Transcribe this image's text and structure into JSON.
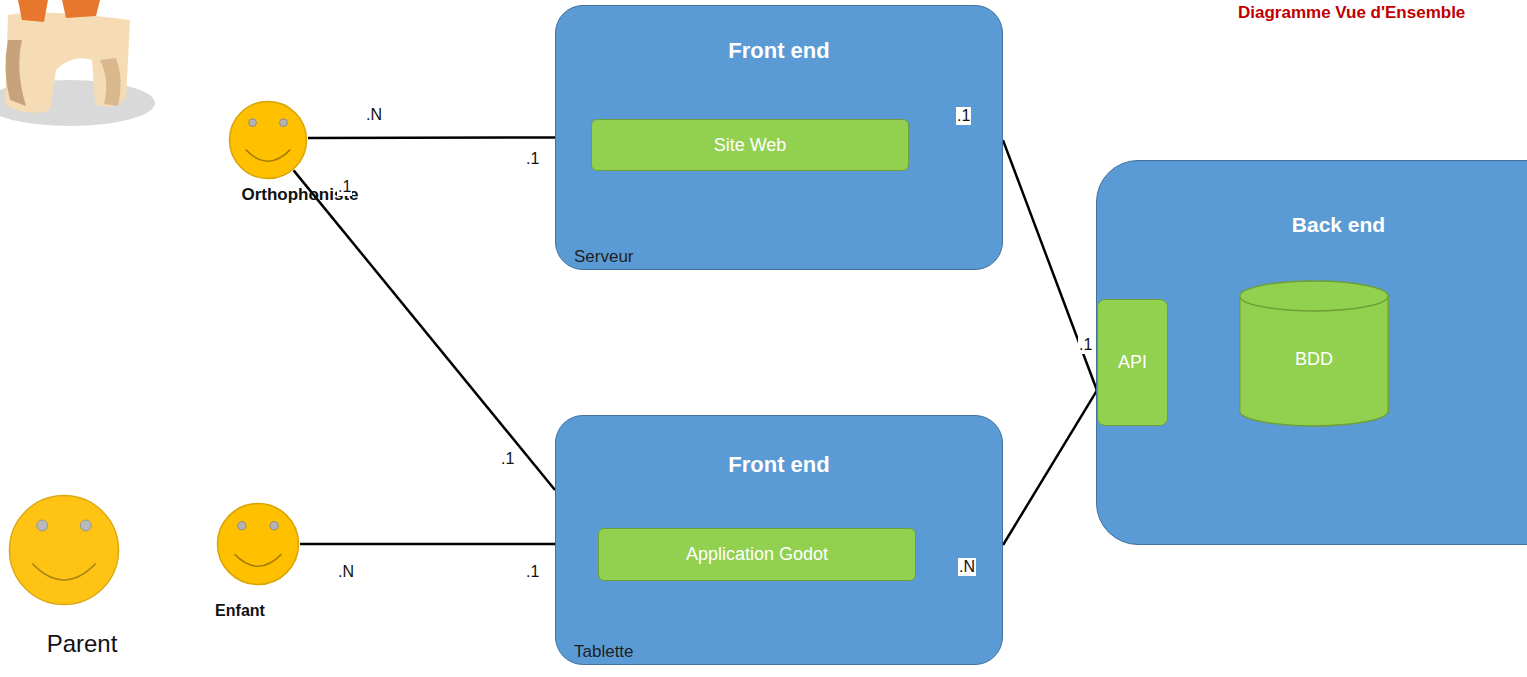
{
  "diagram": {
    "title": "Diagramme Vue d'Ensemble",
    "nodes": [
      {
        "text": [
          "Front end",
          "Serveur"
        ]
      },
      {
        "text": [
          "Site Web"
        ],
        "in": 0
      },
      {
        "text": [
          "Orthophoniste"
        ]
      },
      {
        "text": [
          "Back end"
        ]
      },
      {
        "text": [
          "API"
        ],
        "in": 3
      },
      {
        "text": [
          "BDD"
        ],
        "in": 3
      },
      {
        "text": [
          "Front end",
          "Tablette"
        ]
      },
      {
        "text": [
          "Application Godot"
        ],
        "in": 6
      },
      {
        "text": [
          "Parent"
        ]
      },
      {
        "text": [
          "Enfant"
        ]
      }
    ],
    "edges": [
      {
        "from": 2,
        "to": 0,
        "arrow": "none"
      },
      {
        "from": 2,
        "to": 6,
        "arrow": "none"
      },
      {
        "from": 9,
        "to": 6,
        "arrow": "none"
      },
      {
        "from": 0,
        "to": 4,
        "arrow": "none"
      },
      {
        "from": 6,
        "to": 4,
        "arrow": "none"
      },
      {
        "from": 4,
        "to": 5,
        "arrow": "both"
      }
    ],
    "labels": [
      ".N",
      ".1",
      ".1",
      ".1",
      ".1",
      ".1",
      ".N",
      ".1",
      ".N"
    ]
  }
}
